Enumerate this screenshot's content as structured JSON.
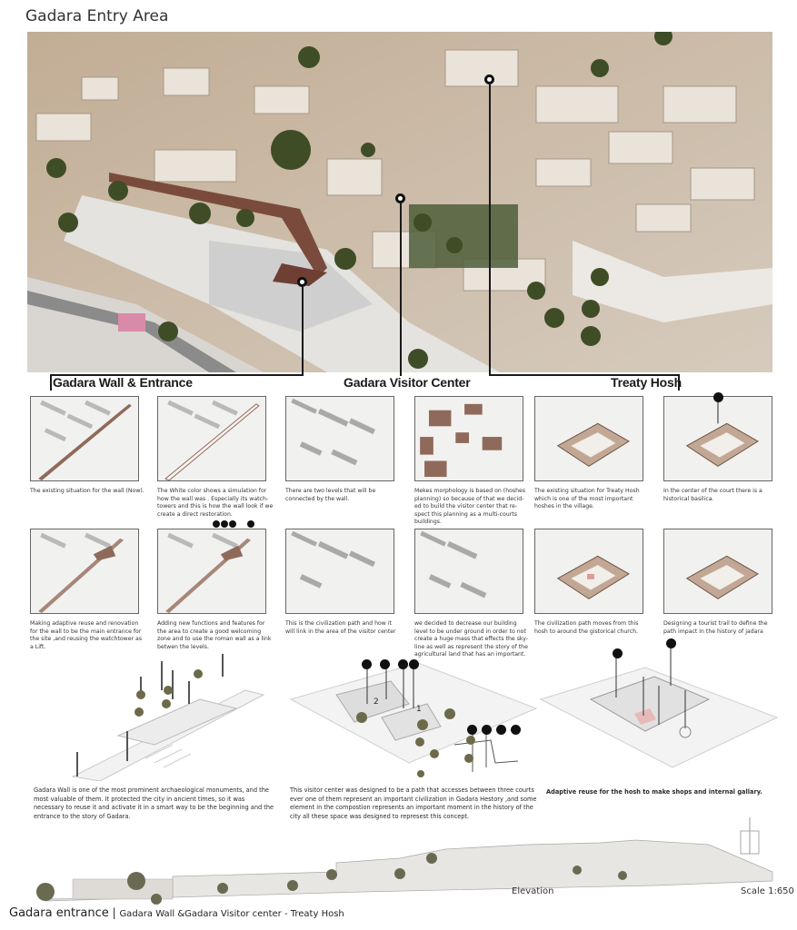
{
  "header": {
    "title": "Gadara Entry Area"
  },
  "sections": [
    {
      "label": "Gadara Wall & Entrance"
    },
    {
      "label": "Gadara Visitor Center"
    },
    {
      "label": "Treaty Hosh"
    }
  ],
  "diagrams": {
    "row1": [
      {
        "caption": "The existing situation for the wall (Now)."
      },
      {
        "caption": "The White color shows a simulation for how the wall was . Especially its watch-towers and this is how the wall look if we create a direct restoration."
      },
      {
        "caption": "There are two levels that will be connected by the wall."
      },
      {
        "caption": "Mekes morphology is based on (hoshes planning) so because of that we decid-ed to build the visitor center that re-spect this planning as a multi-courts buildings."
      },
      {
        "caption": "The existing situation for Treaty Hosh which is one of the most important hoshes in the village."
      },
      {
        "caption": "In the center of the court there is a historical basilica."
      }
    ],
    "row2": [
      {
        "caption": "Making adaptive reuse and renovation for the wall to be the main entrance for the site ,and reusing the watchtower as a Lift."
      },
      {
        "caption": "Adding new functions and features for the area to create a good welcoming zone and to use the roman wall as a link betwen the levels."
      },
      {
        "caption": "This is the civilization path and how it will link in the area of the visitor center"
      },
      {
        "caption": "we decided to decrease our building level to be under ground in order to not create a huge mass that effects the sky-line as well as represent the story of the agricultural land that has an important."
      },
      {
        "caption": "The civilization path moves from this hosh to around the gistorical church."
      },
      {
        "caption": "Designing a tourist trail to define the path impact in the history of jadara"
      }
    ]
  },
  "axonometric": {
    "wall_description": "Gadara Wall is one of the most prominent archaeological monuments, and the most valuable of them. It protected the city in ancient times, so it was necessary to reuse it and activate it in a smart way to be the beginning and the entrance to the story of Gadara.",
    "visitor_description": "This visitor center was designed to be a path that accesses between three courts ever one of them represent an important civilization in Gadara Hestory ,and some element in the compostion represents an important moment in the history of the city all these space was designed to represest this concept.",
    "hosh_description": "Adaptive reuse for the hosh to make shops and internal gallary.",
    "level_labels": [
      "2",
      "1"
    ]
  },
  "elevation": {
    "label": "Elevation",
    "scale": "Scale 1:650"
  },
  "footer": {
    "main": "Gadara entrance",
    "separator": "|",
    "sub": "Gadara Wall &Gadara Visitor center - Treaty Hosh"
  },
  "colors": {
    "wall_accent": "#8a5a48",
    "terrain": "#cdbfae",
    "vegetation": "#4a5a2e",
    "leader_lines": "#111111"
  }
}
